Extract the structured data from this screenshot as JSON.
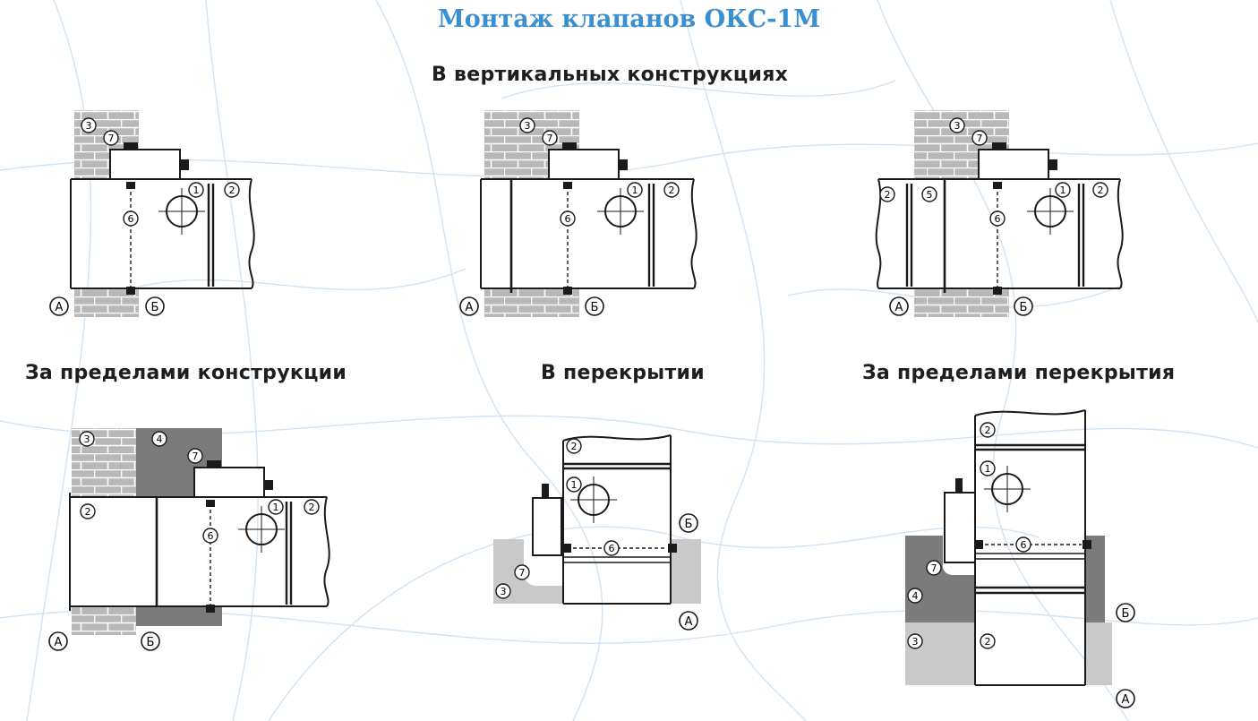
{
  "title": "Монтаж клапанов ОКС-1М",
  "headings": {
    "vertical": "В вертикальных конструкциях",
    "outside_construction": "За пределами конструкции",
    "in_floor": "В перекрытии",
    "outside_floor": "За пределами перекрытия"
  },
  "markers": {
    "n1": "1",
    "n2": "2",
    "n3": "3",
    "n4": "4",
    "n5": "5",
    "n6": "6",
    "n7": "7",
    "a": "А",
    "b": "Б"
  },
  "colors": {
    "title": "#3a8fd0",
    "background_lines": "#cfe3f3",
    "brick": "#b8b8b8",
    "mortar": "#ffffff",
    "dark_fill": "#7b7b7b",
    "light_fill": "#c9c9c9",
    "line": "#1a1a1a"
  }
}
